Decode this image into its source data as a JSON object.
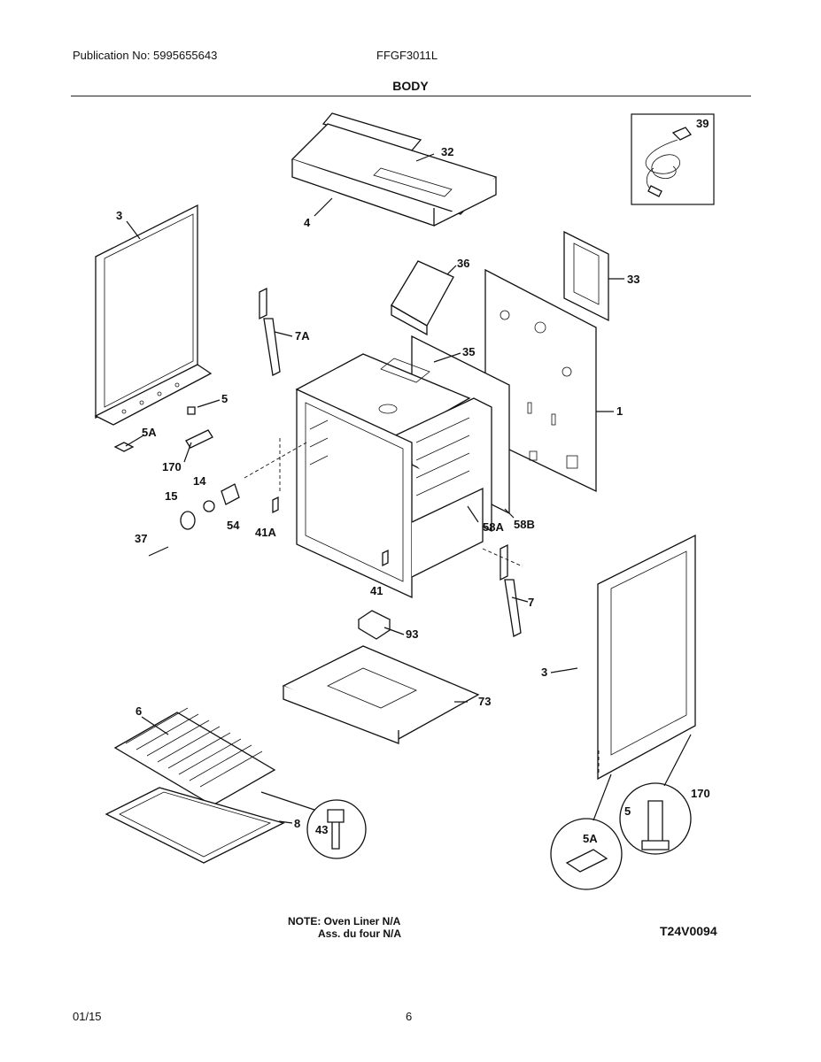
{
  "header": {
    "publication": "Publication No: 5995655643",
    "model": "FFGF3011L",
    "section_title": "BODY"
  },
  "callouts": {
    "p1": "1",
    "p3a": "3",
    "p3b": "3",
    "p4": "4",
    "p5a": "5",
    "p5b": "5",
    "p5Aa": "5A",
    "p5Ab": "5A",
    "p6": "6",
    "p7": "7",
    "p7A": "7A",
    "p8": "8",
    "p14": "14",
    "p15": "15",
    "p32": "32",
    "p33": "33",
    "p35": "35",
    "p36": "36",
    "p37": "37",
    "p39": "39",
    "p41": "41",
    "p41A": "41A",
    "p43": "43",
    "p54": "54",
    "p58A": "58A",
    "p58B": "58B",
    "p73": "73",
    "p93": "93",
    "p170a": "170",
    "p170b": "170"
  },
  "note": {
    "line1": "NOTE: Oven Liner N/A",
    "line2": "Ass. du four N/A"
  },
  "diagram_code": "T24V0094",
  "footer": {
    "date": "01/15",
    "page": "6"
  }
}
